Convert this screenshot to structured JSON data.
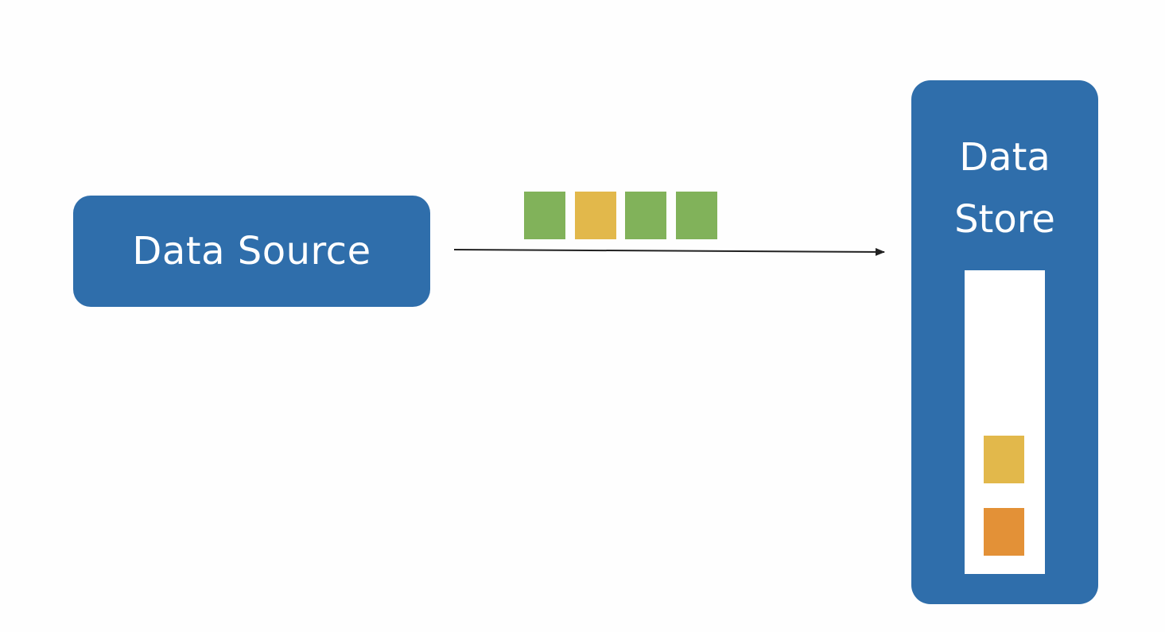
{
  "diagram": {
    "source": {
      "label": "Data Source"
    },
    "store": {
      "label_line1": "Data",
      "label_line2": "Store"
    },
    "colors": {
      "node": "#2f6eab",
      "green": "#81b25a",
      "yellow": "#e2b84b",
      "orange": "#e39137",
      "arrow": "#222222"
    },
    "packets_in_transit": [
      "green",
      "yellow",
      "green",
      "green"
    ],
    "packets_stored": [
      "yellow",
      "orange"
    ]
  }
}
